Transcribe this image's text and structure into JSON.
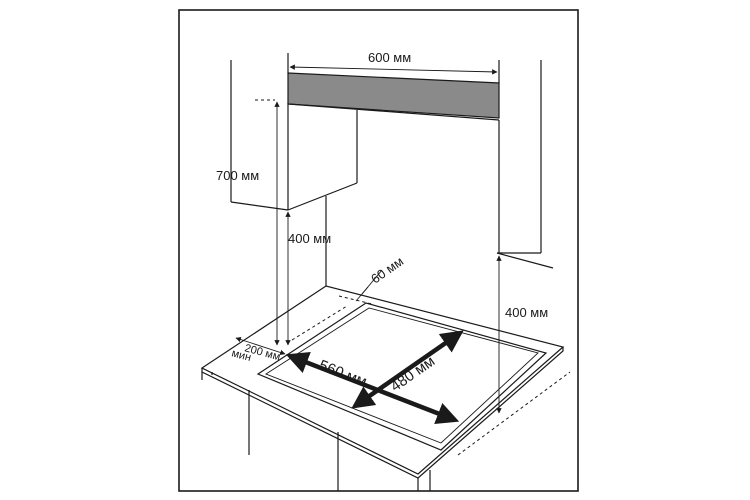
{
  "labels": {
    "hood_width": "600 мм",
    "hood_height_from_cabinet": "700 мм",
    "cabinet_clearance": "400 мм",
    "back_gap": "60 мм",
    "right_cabinet_clearance": "400 мм",
    "side_min_line1": "200 мм",
    "side_min_line2": "мин",
    "cutout_width": "560 мм",
    "cutout_depth": "480 мм"
  }
}
